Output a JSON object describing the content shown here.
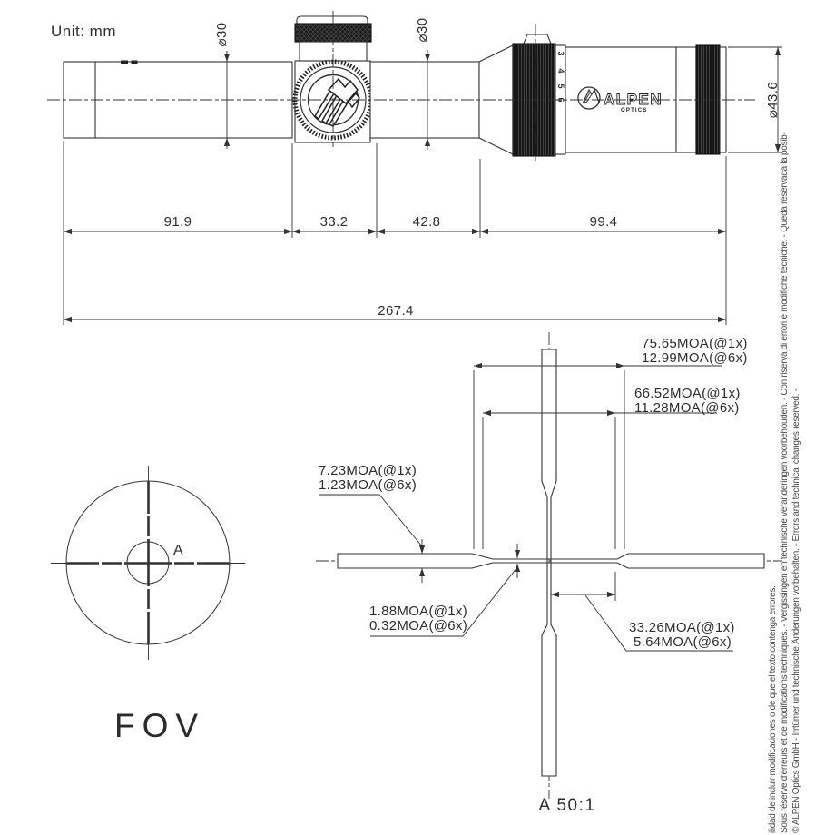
{
  "unit_label": "Unit: mm",
  "scope": {
    "dia_objective": "⌀30",
    "dia_tube": "⌀30",
    "dia_eyepiece": "⌀43.6",
    "len_objective": "91.9",
    "len_turret": "33.2",
    "len_mid": "42.8",
    "len_eyepiece": "99.4",
    "len_overall": "267.4",
    "mag_marks": [
      "3",
      "4",
      "5",
      "6"
    ],
    "brand": "ALPEN",
    "brand_sub": "OPTICS"
  },
  "fov": {
    "title": "FOV",
    "marker": "A"
  },
  "reticle": {
    "scale_label": "A 50:1",
    "dim_outer_1x": "75.65MOA(@1x)",
    "dim_outer_6x": "12.99MOA(@6x)",
    "dim_inner_1x": "66.52MOA(@1x)",
    "dim_inner_6x": "11.28MOA(@6x)",
    "dim_post_1x": "7.23MOA(@1x)",
    "dim_post_6x": "1.23MOA(@6x)",
    "dim_line_1x": "1.88MOA(@1x)",
    "dim_line_6x": "0.32MOA(@6x)",
    "dim_half_1x": "33.26MOA(@1x)",
    "dim_half_6x": "5.64MOA(@6x)"
  },
  "legal": {
    "line1": "© ALPEN Optics GmbH - Irrtümer und technische Änderungen vorbehalten. - Errors and technical changes reserved. -",
    "line2": "Sous réserve d'erreurs et de modifications techniques. - Vergissingen en technische veranderingen voorbehouden. - Con riserva di errori e modifiche tecniche. - Queda reservada la posib-",
    "line3": "ilidad de incluir modificaciones o de que el texto contenga errores."
  },
  "colors": {
    "line": "#333333",
    "dark": "#141414"
  }
}
